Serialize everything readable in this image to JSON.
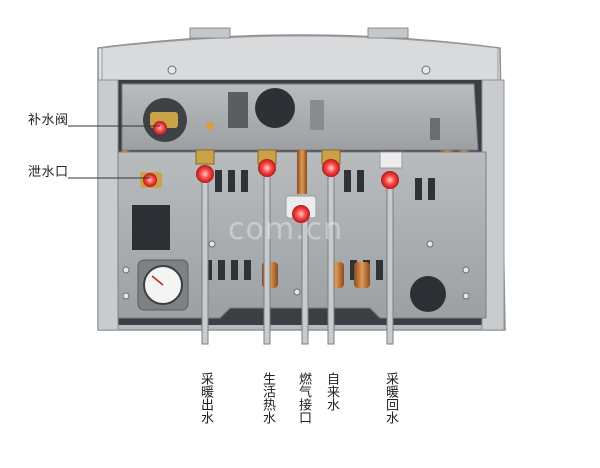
{
  "labels": {
    "left": [
      {
        "id": "makeup-valve",
        "text": "补水阀"
      },
      {
        "id": "drain-port",
        "text": "泄水口"
      }
    ],
    "bottom": [
      {
        "id": "heating-outlet",
        "text": "采暖出水"
      },
      {
        "id": "dhw-outlet",
        "text": "生活热水"
      },
      {
        "id": "gas-inlet",
        "text": "燃气接口"
      },
      {
        "id": "cold-water-inlet",
        "text": "自来水"
      },
      {
        "id": "heating-return",
        "text": "采暖回水"
      }
    ]
  },
  "watermark": "com.cn",
  "colors": {
    "chassis": "#b9bcbf",
    "plate": "#a9acae",
    "copper": "#c8793a",
    "brass": "#c9a24a",
    "connector_red": "#e23a3a"
  }
}
